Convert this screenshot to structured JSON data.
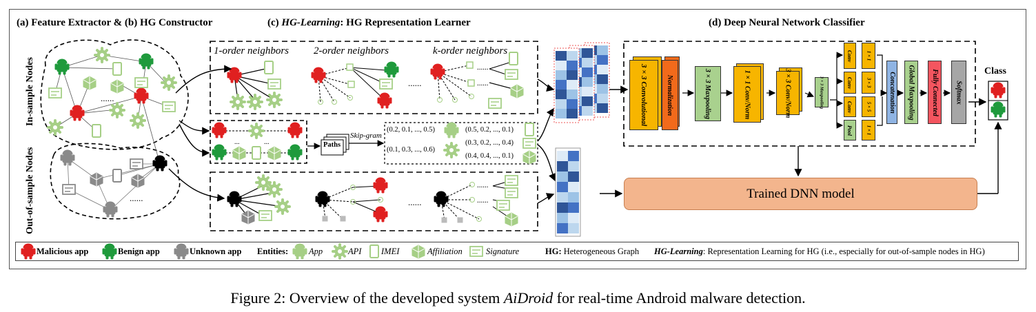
{
  "headings": {
    "ab": "(a) Feature Extractor & (b) HG Constructor",
    "c_prefix": "(c) ",
    "c_italic": "HG-Learning",
    "c_rest": ": HG Representation Learner",
    "d": "(d) Deep Neural Network Classifier"
  },
  "side_labels": {
    "in_sample": "In-sample Nodes",
    "out_sample": "Out-of-sample Nodes"
  },
  "neighbors": {
    "first": "1-order neighbors",
    "second": "2-order neighbors",
    "k": "k-order neighbors",
    "dots": "......"
  },
  "paths": {
    "paths_label": "Paths",
    "skipgram": "Skip-gram",
    "vec1": "(0.2, 0.1, ..., 0.5)",
    "vec2": "(0.1, 0.3, ..., 0.6)",
    "vec3": "(0.5, 0.2, ..., 0.1)",
    "vec4": "(0.3, 0.2, ..., 0.4)",
    "vec5": "(0.4, 0.4, ..., 0.1)",
    "vdots": "...     ..."
  },
  "classifier": {
    "conv": "3 × 3 Convolutional",
    "norm": "Normalization",
    "maxpool": "3 × 3 Maxpooling",
    "conv1": "1 × 1 Conv/Norm",
    "conv3": "3 × 3 Conv/Norm",
    "maxpool_small": "3 × 3 Maxpooling",
    "inc_conv": "Conv",
    "inc_pool": "Pool",
    "inc_1x1": "1 × 1",
    "inc_3x3": "3 × 3",
    "inc_5x5": "5 × 5",
    "concat": "Concatenation",
    "gmp": "Global Maxpooling",
    "fc": "Fully Connected",
    "softmax": "Softmax",
    "class": "Class",
    "trained": "Trained DNN model"
  },
  "legend": {
    "malicious": "Malicious app",
    "benign": "Benign app",
    "unknown": "Unknown app",
    "entities": "Entities:",
    "app": "App",
    "api": "API",
    "imei": "IMEI",
    "affiliation": "Affiliation",
    "signature": "Signature",
    "hg_bold": "HG:",
    "hg_text": "Heterogeneous Graph",
    "hgl_bold": "HG-Learning",
    "hgl_text": ": Representation Learning for HG (i.e., especially for out-of-sample nodes in HG)"
  },
  "caption": {
    "prefix": "Figure 2: Overview of the developed system ",
    "italic": "AiDroid",
    "suffix": " for real-time Android malware detection."
  },
  "colors": {
    "malicious": "#e02020",
    "benign": "#1f9a3c",
    "unknown": "#8a8a8a",
    "entity": "#a6cf86",
    "conv": "#f7b500",
    "norm": "#f26a1b",
    "pool": "#a9d18e",
    "concat": "#8fb4e3",
    "fc": "#f4555f",
    "softmax": "#a6a6a6",
    "dnn": "#f3b58d"
  }
}
